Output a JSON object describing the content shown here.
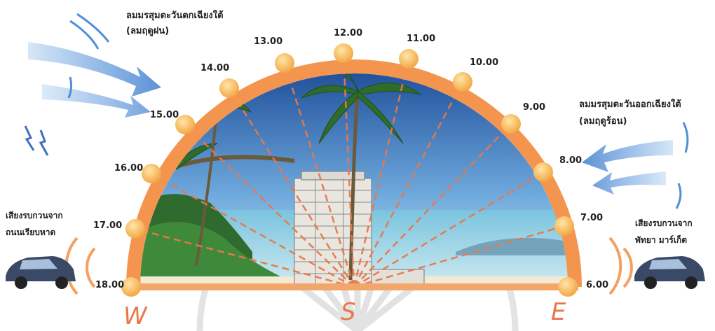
{
  "times": [
    "6.00",
    "7.00",
    "8.00",
    "9.00",
    "10.00",
    "11.00",
    "12.00",
    "13.00",
    "14.00",
    "15.00",
    "16.00",
    "17.00",
    "18.00"
  ],
  "wind_west": {
    "line1": "ลมมรสุมตะวันตกเฉียงใต้",
    "line2": "(ลมฤดูฝน)"
  },
  "wind_east": {
    "line1": "ลมมรสุมตะวันออกเฉียงใต้",
    "line2": "(ลมฤดูร้อน)"
  },
  "noise_west": {
    "line1": "เสียงรบกวนจาก",
    "line2": "ถนนเรียบหาด"
  },
  "noise_east": {
    "line1": "เสียงรบกวนจาก",
    "line2": "พัทยา มาร์เก็ต"
  },
  "directions": {
    "west": "W",
    "south": "S",
    "east": "E"
  },
  "colors": {
    "arc": "#f28a3c",
    "sun": "#f6b14a",
    "sky": "#3f7fc4",
    "sea": "#8fd0e6",
    "wind": "#4f8fd6"
  }
}
